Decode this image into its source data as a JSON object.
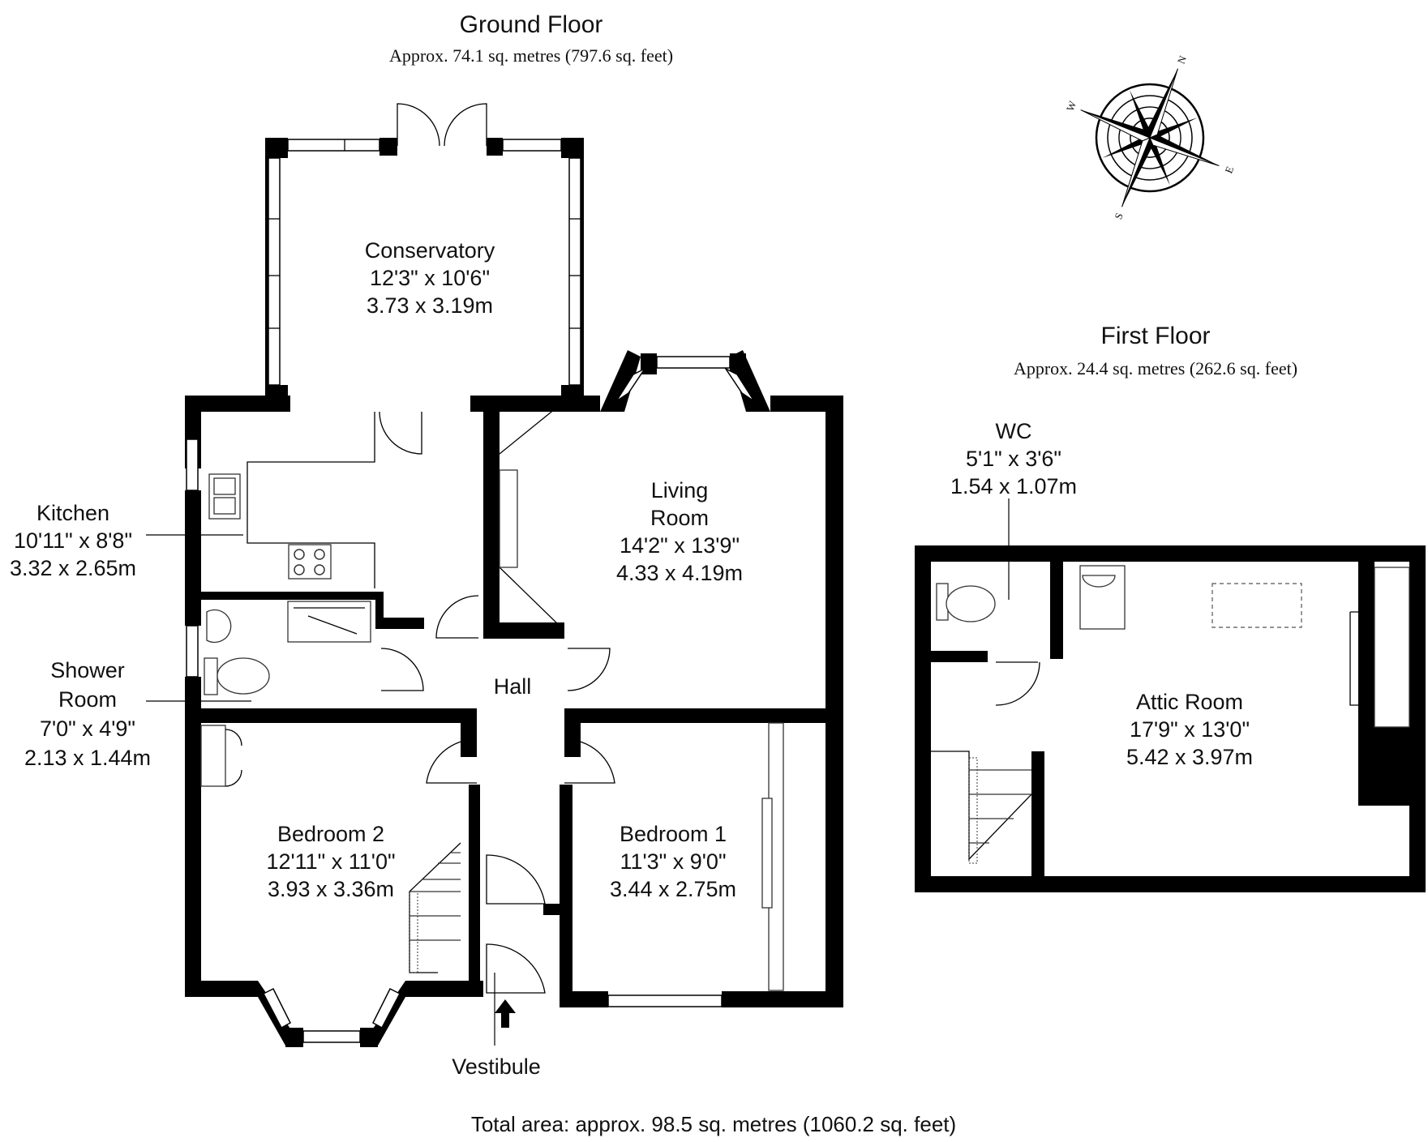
{
  "ground_floor": {
    "title": "Ground Floor",
    "area": "Approx. 74.1 sq. metres (797.6 sq. feet)"
  },
  "first_floor": {
    "title": "First Floor",
    "area": "Approx. 24.4 sq. metres (262.6 sq. feet)"
  },
  "total_area": "Total area: approx. 98.5 sq. metres (1060.2 sq. feet)",
  "compass": {
    "letters": [
      "N",
      "S",
      "E",
      "W"
    ],
    "icon": "compass-rose-icon"
  },
  "rooms": {
    "conservatory": {
      "name": "Conservatory",
      "imperial": "12'3\" x 10'6\"",
      "metric": "3.73 x 3.19m"
    },
    "kitchen": {
      "name": "Kitchen",
      "imperial": "10'11\" x 8'8\"",
      "metric": "3.32 x 2.65m"
    },
    "living_room": {
      "name_line1": "Living",
      "name_line2": "Room",
      "imperial": "14'2\" x 13'9\"",
      "metric": "4.33 x 4.19m"
    },
    "shower_room": {
      "name_line1": "Shower",
      "name_line2": "Room",
      "imperial": "7'0\" x 4'9\"",
      "metric": "2.13 x 1.44m"
    },
    "hall": {
      "name": "Hall"
    },
    "bedroom_2": {
      "name": "Bedroom 2",
      "imperial": "12'11\" x 11'0\"",
      "metric": "3.93 x 3.36m"
    },
    "bedroom_1": {
      "name": "Bedroom 1",
      "imperial": "11'3\" x 9'0\"",
      "metric": "3.44 x 2.75m"
    },
    "vestibule": {
      "name": "Vestibule"
    },
    "wc": {
      "name": "WC",
      "imperial": "5'1\" x 3'6\"",
      "metric": "1.54 x 1.07m"
    },
    "attic_room": {
      "name": "Attic Room",
      "imperial": "17'9\" x 13'0\"",
      "metric": "5.42 x 3.97m"
    }
  }
}
